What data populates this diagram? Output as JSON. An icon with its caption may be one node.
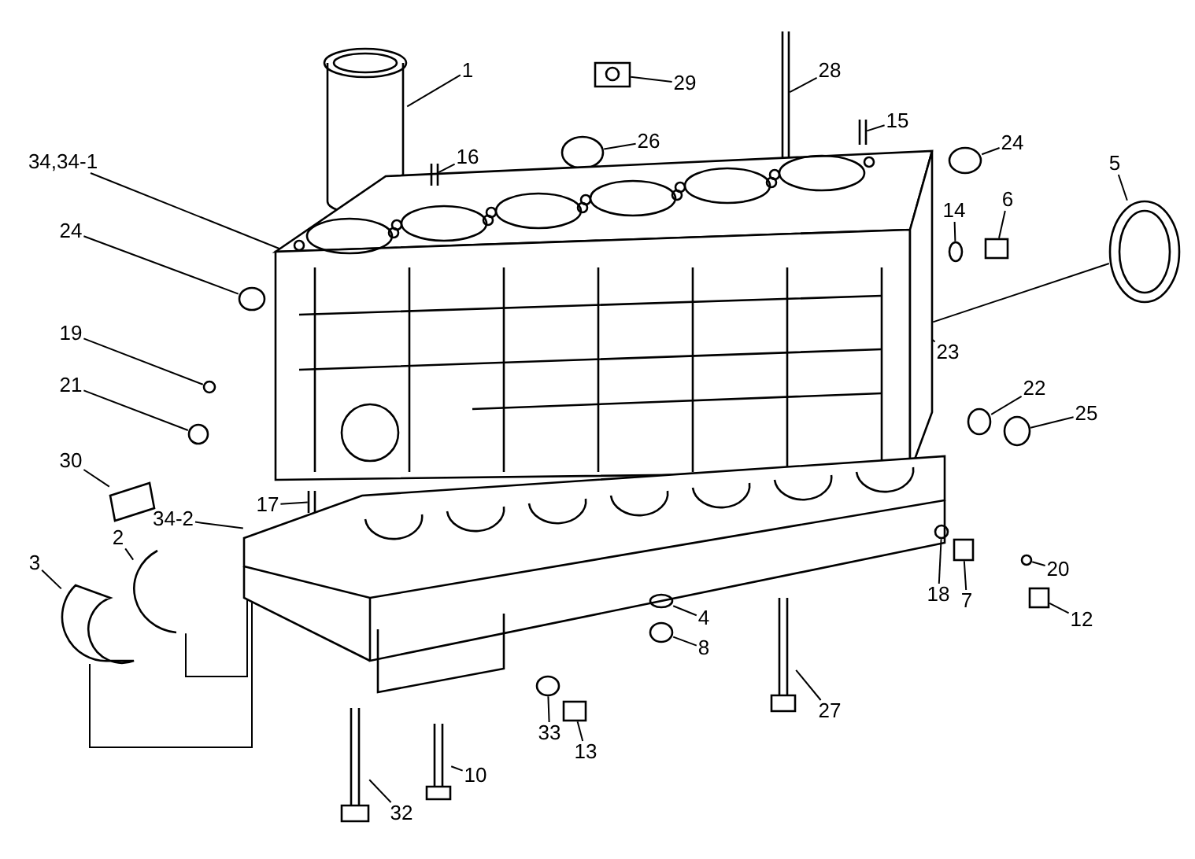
{
  "diagram": {
    "nodes": [
      {
        "text": [
          "1"
        ]
      },
      {
        "text": [
          "28"
        ]
      },
      {
        "text": [
          "29"
        ]
      },
      {
        "text": [
          "15"
        ]
      },
      {
        "text": [
          "24"
        ]
      },
      {
        "text": [
          "26"
        ]
      },
      {
        "text": [
          "34,34-1"
        ]
      },
      {
        "text": [
          "16"
        ]
      },
      {
        "text": [
          "5"
        ]
      },
      {
        "text": [
          "6"
        ]
      },
      {
        "text": [
          "14"
        ]
      },
      {
        "text": [
          "24"
        ]
      },
      {
        "text": [
          "19"
        ]
      },
      {
        "text": [
          "23"
        ]
      },
      {
        "text": [
          "21"
        ]
      },
      {
        "text": [
          "22"
        ]
      },
      {
        "text": [
          "25"
        ]
      },
      {
        "text": [
          "30"
        ]
      },
      {
        "text": [
          "17"
        ]
      },
      {
        "text": [
          "34-2"
        ]
      },
      {
        "text": [
          "2"
        ]
      },
      {
        "text": [
          "3"
        ]
      },
      {
        "text": [
          "20"
        ]
      },
      {
        "text": [
          "18"
        ]
      },
      {
        "text": [
          "7"
        ]
      },
      {
        "text": [
          "4"
        ]
      },
      {
        "text": [
          "12"
        ]
      },
      {
        "text": [
          "8"
        ]
      },
      {
        "text": [
          "27"
        ]
      },
      {
        "text": [
          "33"
        ]
      },
      {
        "text": [
          "13"
        ]
      },
      {
        "text": [
          "10"
        ]
      },
      {
        "text": [
          "32"
        ]
      },
      {
        "text": [],
        "shape": "picture"
      },
      {
        "text": [],
        "shape": "picture"
      },
      {
        "text": [],
        "shape": "picture"
      },
      {
        "text": [],
        "shape": "picture"
      },
      {
        "text": [],
        "shape": "circle"
      },
      {
        "text": [],
        "shape": "circle"
      },
      {
        "text": [],
        "shape": "picture"
      },
      {
        "text": [],
        "shape": "picture"
      },
      {
        "text": [],
        "shape": "picture"
      },
      {
        "text": [],
        "shape": "box"
      },
      {
        "text": [],
        "shape": "circle"
      },
      {
        "text": [],
        "shape": "circle"
      },
      {
        "text": [],
        "shape": "circle"
      },
      {
        "text": [],
        "shape": "circle"
      },
      {
        "text": [],
        "shape": "circle"
      },
      {
        "text": [],
        "shape": "circle"
      },
      {
        "text": [],
        "shape": "picture"
      },
      {
        "text": [],
        "shape": "picture"
      },
      {
        "text": [],
        "shape": "picture"
      },
      {
        "text": [],
        "shape": "picture"
      },
      {
        "text": [],
        "shape": "picture"
      },
      {
        "text": [],
        "shape": "circle"
      },
      {
        "text": [],
        "shape": "box"
      },
      {
        "text": [],
        "shape": "circle"
      },
      {
        "text": [],
        "shape": "box"
      },
      {
        "text": [],
        "shape": "circle"
      },
      {
        "text": [],
        "shape": "picture"
      },
      {
        "text": [],
        "shape": "circle"
      },
      {
        "text": [],
        "shape": "box"
      },
      {
        "text": [],
        "shape": "picture"
      },
      {
        "text": [],
        "shape": "picture"
      },
      {
        "text": [],
        "shape": "circle"
      }
    ],
    "edges": [
      {
        "from": 0,
        "to": 33,
        "arrow": "none"
      },
      {
        "from": 1,
        "to": 34,
        "arrow": "none"
      },
      {
        "from": 2,
        "to": 35,
        "arrow": "none"
      },
      {
        "from": 3,
        "to": 36,
        "arrow": "none"
      },
      {
        "from": 4,
        "to": 37,
        "arrow": "none"
      },
      {
        "from": 5,
        "to": 38,
        "arrow": "none"
      },
      {
        "from": 6,
        "to": 39,
        "arrow": "none"
      },
      {
        "from": 7,
        "to": 40,
        "arrow": "none"
      },
      {
        "from": 8,
        "to": 41,
        "arrow": "none"
      },
      {
        "from": 9,
        "to": 42,
        "arrow": "none"
      },
      {
        "from": 10,
        "to": 43,
        "arrow": "none"
      },
      {
        "from": 11,
        "to": 44,
        "arrow": "none"
      },
      {
        "from": 12,
        "to": 45,
        "arrow": "none"
      },
      {
        "from": 13,
        "to": 39,
        "arrow": "none"
      },
      {
        "from": 14,
        "to": 46,
        "arrow": "none"
      },
      {
        "from": 15,
        "to": 47,
        "arrow": "none"
      },
      {
        "from": 16,
        "to": 48,
        "arrow": "none"
      },
      {
        "from": 17,
        "to": 49,
        "arrow": "none"
      },
      {
        "from": 18,
        "to": 50,
        "arrow": "none"
      },
      {
        "from": 19,
        "to": 51,
        "arrow": "none"
      },
      {
        "from": 20,
        "to": 52,
        "arrow": "none"
      },
      {
        "from": 21,
        "to": 53,
        "arrow": "none"
      },
      {
        "from": 22,
        "to": 64,
        "arrow": "none"
      },
      {
        "from": 23,
        "to": 54,
        "arrow": "none"
      },
      {
        "from": 24,
        "to": 55,
        "arrow": "none"
      },
      {
        "from": 25,
        "to": 56,
        "arrow": "none"
      },
      {
        "from": 26,
        "to": 57,
        "arrow": "none"
      },
      {
        "from": 27,
        "to": 58,
        "arrow": "none"
      },
      {
        "from": 28,
        "to": 59,
        "arrow": "none"
      },
      {
        "from": 29,
        "to": 60,
        "arrow": "none"
      },
      {
        "from": 30,
        "to": 61,
        "arrow": "none"
      },
      {
        "from": 31,
        "to": 62,
        "arrow": "none"
      },
      {
        "from": 32,
        "to": 63,
        "arrow": "none"
      },
      {
        "from": 41,
        "to": 39,
        "arrow": "none"
      },
      {
        "from": 52,
        "to": 51,
        "arrow": "none"
      },
      {
        "from": 53,
        "to": 51,
        "arrow": "none"
      }
    ]
  }
}
